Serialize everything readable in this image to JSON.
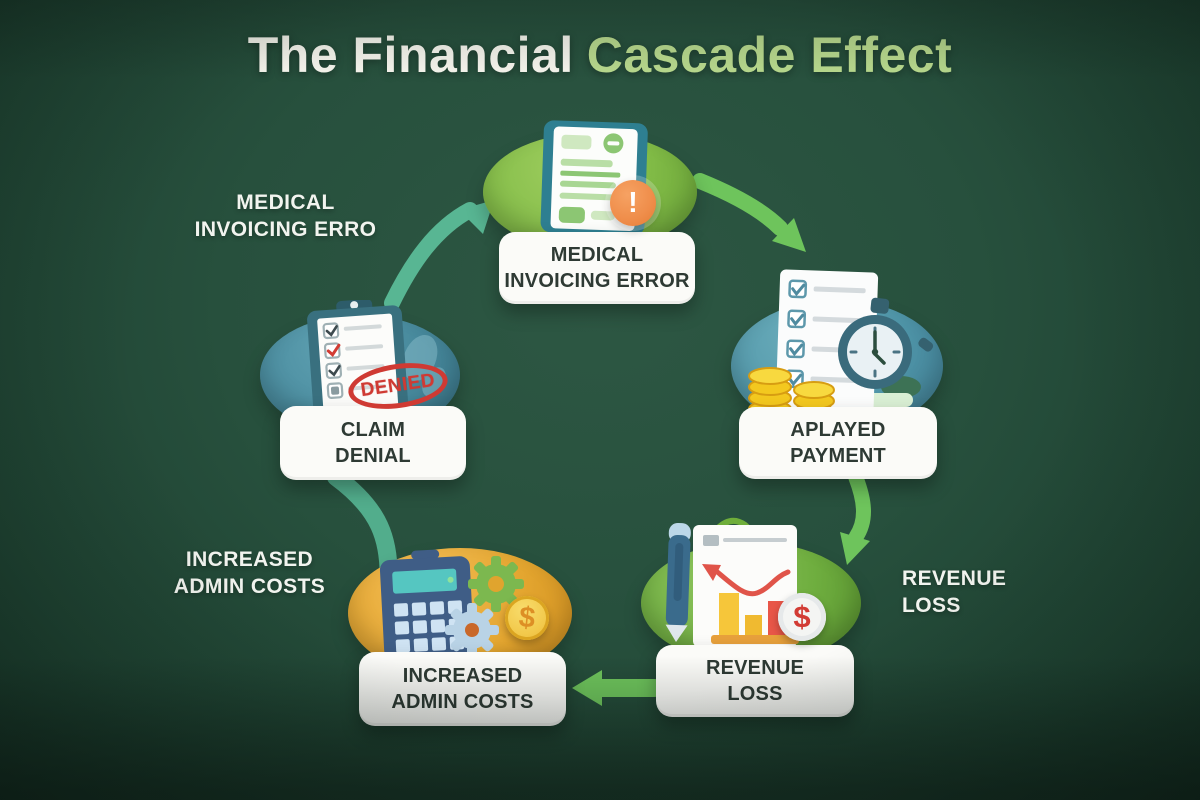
{
  "title": {
    "part1": "The Financial",
    "part2": "Cascade Effect"
  },
  "nodes": {
    "medical_invoicing_error": {
      "label_line1": "MEDICAL",
      "label_line2": "INVOICING ERROR"
    },
    "delayed_payment": {
      "label_line1": "APLAYED",
      "label_line2": "PAYMENT"
    },
    "claim_denial": {
      "label_line1": "CLAIM",
      "label_line2": "DENIAL"
    },
    "revenue_loss": {
      "label_line1": "REVENUE",
      "label_line2": "LOSS"
    },
    "increased_admin_costs": {
      "label_line1": "INCREASED",
      "label_line2": "ADMIN COSTS"
    }
  },
  "floating_labels": {
    "medical": {
      "line1": "MEDICAL",
      "line2": "INVOICING ERRO"
    },
    "admin": {
      "line1": "INCREASED",
      "line2": "ADMIN COSTS"
    },
    "revenue": {
      "line1": "REVENUE",
      "line2": "LOSS"
    }
  },
  "stamp": {
    "text": "DENIED"
  },
  "glyphs": {
    "exclamation": "!",
    "dollar": "$"
  },
  "flow": [
    {
      "from": "claim_denial",
      "to": "medical_invoicing_error",
      "style": "teal-curved",
      "arrowhead": true
    },
    {
      "from": "medical_invoicing_error",
      "to": "delayed_payment",
      "style": "green-curved",
      "arrowhead": true
    },
    {
      "from": "delayed_payment",
      "to": "revenue_loss",
      "style": "green-curved",
      "arrowhead": true
    },
    {
      "from": "revenue_loss",
      "to": "increased_admin_costs",
      "style": "green-straight",
      "arrowhead": true
    },
    {
      "from": "increased_admin_costs",
      "to": "claim_denial",
      "style": "teal-curved-connector",
      "arrowhead": false
    }
  ],
  "icons": {
    "medical_invoicing_error": [
      "invoice-clipboard-icon",
      "alert-badge-icon"
    ],
    "delayed_payment": [
      "checklist-icon",
      "stopwatch-icon",
      "coin-stack-icon"
    ],
    "claim_denial": [
      "clipboard-checklist-icon",
      "denied-stamp"
    ],
    "revenue_loss": [
      "pen-icon",
      "declining-chart-icon",
      "dollar-coin-icon"
    ],
    "increased_admin_costs": [
      "calculator-icon",
      "gear-icon",
      "gear-icon",
      "dollar-coin-icon"
    ]
  },
  "colors": {
    "background": "#27503d",
    "title_white": "#f7f6ee",
    "title_green": "#b9da8e",
    "card_bg": "#fbfbf8",
    "card_text": "#2e3a34",
    "label_text": "#f2f4ef",
    "arrow_green": "#6ec45c",
    "arrow_teal": "#58b693",
    "node_green": "#82bc47",
    "node_teal": "#4f95a8",
    "node_orange": "#e3a52f",
    "denied_red": "#cf3a33",
    "alert_orange": "#ef8d4a",
    "coin_gold": "#f3c81f"
  }
}
